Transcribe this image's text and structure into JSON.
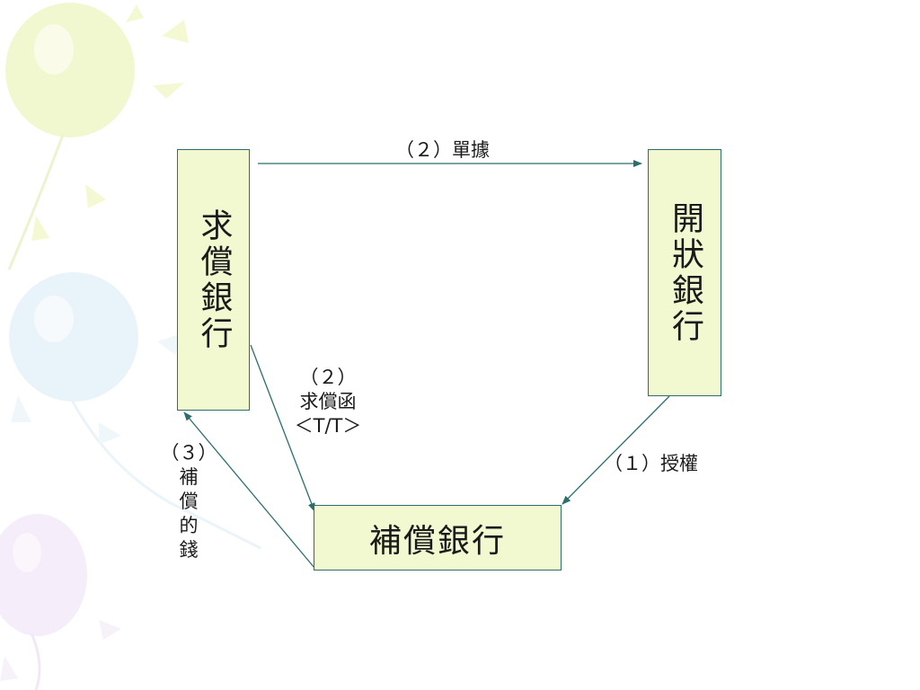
{
  "nodes": {
    "claiming_bank": "求償銀行",
    "issuing_bank": "開狀銀行",
    "reimbursing_bank": "補償銀行"
  },
  "edges": {
    "documents": {
      "step": "（２）",
      "text": "單據"
    },
    "authorization": {
      "step": "（１）",
      "text": "授權"
    },
    "reimbursement_claim": {
      "step": "（２）",
      "text": "求償函",
      "note": "＜T/T＞"
    },
    "reimbursement_money": {
      "step": "（３）",
      "lines": [
        "補",
        "償",
        "的",
        "錢"
      ]
    }
  },
  "colors": {
    "box_fill": "#f2f8d0",
    "box_border": "#2c6e6e",
    "arrow": "#2c6e6e"
  }
}
